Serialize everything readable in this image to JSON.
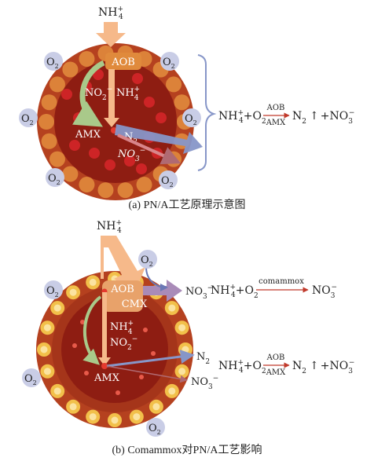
{
  "panel_a": {
    "caption": "(a) PN/A工艺原理示意图",
    "input_label": "NH",
    "input_label_sup": "+",
    "input_label_sub": "4",
    "aob_label": "AOB",
    "amx_label": "AMX",
    "inner_no2": "NO",
    "inner_no2_sub": "2",
    "inner_no2_sup": "−",
    "inner_nh4": "NH",
    "inner_nh4_sub": "4",
    "inner_nh4_sup": "+",
    "out_n2": "N",
    "out_n2_sub": "2",
    "out_no3": "NO",
    "out_no3_sub": "3",
    "out_no3_sup": "−",
    "o2_label": "O",
    "o2_sub": "2",
    "equation": {
      "lhs": "NH",
      "lhs_sub": "4",
      "lhs_sup": "+",
      "plus_o2": "+O",
      "plus_o2_sub": "2",
      "arrow_top": "AOB",
      "arrow_bottom": "AMX",
      "n2": "N",
      "n2_sub": "2",
      "gas_arrow": "↑",
      "plus_no3": "+NO",
      "plus_no3_sub": "3",
      "plus_no3_sup": "−"
    }
  },
  "panel_b": {
    "caption": "(b) Comammox对PN/A工艺影响",
    "input_label": "NH",
    "input_label_sup": "+",
    "input_label_sub": "4",
    "aob_label": "AOB",
    "cmx_label": "CMX",
    "amx_label": "AMX",
    "inner_nh4": "NH",
    "inner_nh4_sub": "4",
    "inner_nh4_sup": "+",
    "inner_no2": "NO",
    "inner_no2_sub": "2",
    "inner_no2_sup": "−",
    "out_n2": "N",
    "out_n2_sub": "2",
    "out_no3": "NO",
    "out_no3_sub": "3",
    "out_no3_sup": "−",
    "cmx_no3": "NO",
    "cmx_no3_sub": "3",
    "cmx_no3_sup": "−",
    "o2_label": "O",
    "o2_sub": "2",
    "equation_top": {
      "lhs": "NH",
      "lhs_sub": "4",
      "lhs_sup": "+",
      "plus_o2": "+O",
      "plus_o2_sub": "2",
      "arrow_top": "comammox",
      "rhs": "NO",
      "rhs_sub": "3",
      "rhs_sup": "−"
    },
    "equation_bottom": {
      "lhs": "NH",
      "lhs_sub": "4",
      "lhs_sup": "+",
      "plus_o2": "+O",
      "plus_o2_sub": "2",
      "arrow_top": "AOB",
      "arrow_bottom": "AMX",
      "n2": "N",
      "n2_sub": "2",
      "gas_arrow": "↑",
      "plus_no3": "+NO",
      "plus_no3_sub": "3",
      "plus_no3_sup": "−"
    }
  },
  "colors": {
    "granule_outer": "#b5411f",
    "granule_inner": "#8e1d12",
    "aob_beads": "#e08a3c",
    "amx_dots": "#d8262a",
    "cmx_beads": "#f2c04a",
    "o2_bubble": "#c9cde6",
    "arrow_nh4": "#f6b98a",
    "arrow_no2": "#a9c98a",
    "arrow_n2": "#8796c8",
    "arrow_no3": "#d8858a",
    "arrow_cmx": "#a98bb8"
  }
}
